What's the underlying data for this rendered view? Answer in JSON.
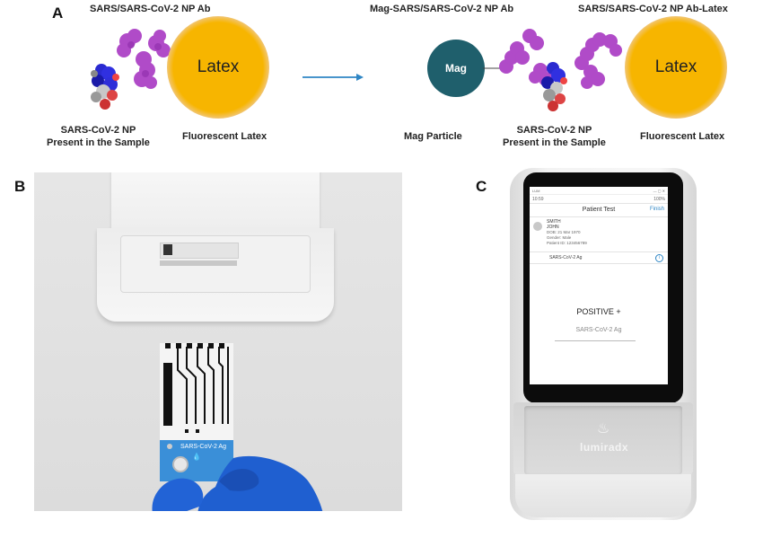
{
  "panel_a": {
    "letter": "A",
    "left_title": "SARS/SARS-CoV-2 NP Ab",
    "left_latex": "Latex",
    "left_np_line1": "SARS-CoV-2 NP",
    "left_np_line2": "Present in the Sample",
    "left_fluor": "Fluorescent Latex",
    "right_title_mag": "Mag-SARS/SARS-CoV-2 NP Ab",
    "right_title_latex": "SARS/SARS-CoV-2 NP Ab-Latex",
    "mag_label": "Mag",
    "right_latex": "Latex",
    "mag_particle": "Mag Particle",
    "right_np_line1": "SARS-CoV-2 NP",
    "right_np_line2": "Present in the Sample",
    "right_fluor": "Fluorescent Latex"
  },
  "panel_b": {
    "letter": "B",
    "strip_label": "SARS-CoV-2 Ag"
  },
  "panel_c": {
    "letter": "C",
    "window_app": "LUM",
    "time": "10:59",
    "battery": "100%",
    "screen_title": "Patient Test",
    "finish": "Finish",
    "patient_last": "SMITH",
    "patient_first": "JOHN",
    "dob": "DOB: 21 Mar 1970",
    "gender": "Gender: Male",
    "patient_id": "Patient ID: 123456789",
    "test_name": "SARS-CoV-2 Ag",
    "result": "POSITIVE +",
    "result_test": "SARS-CoV-2 Ag",
    "brand": "lumiradx"
  },
  "colors": {
    "latex": "#f7b500",
    "mag": "#1f5f6c",
    "antibody": "#b04bc8",
    "arrow": "#2f86c5",
    "strip_blue": "#3a8fd8",
    "glove": "#1f5fd0"
  }
}
